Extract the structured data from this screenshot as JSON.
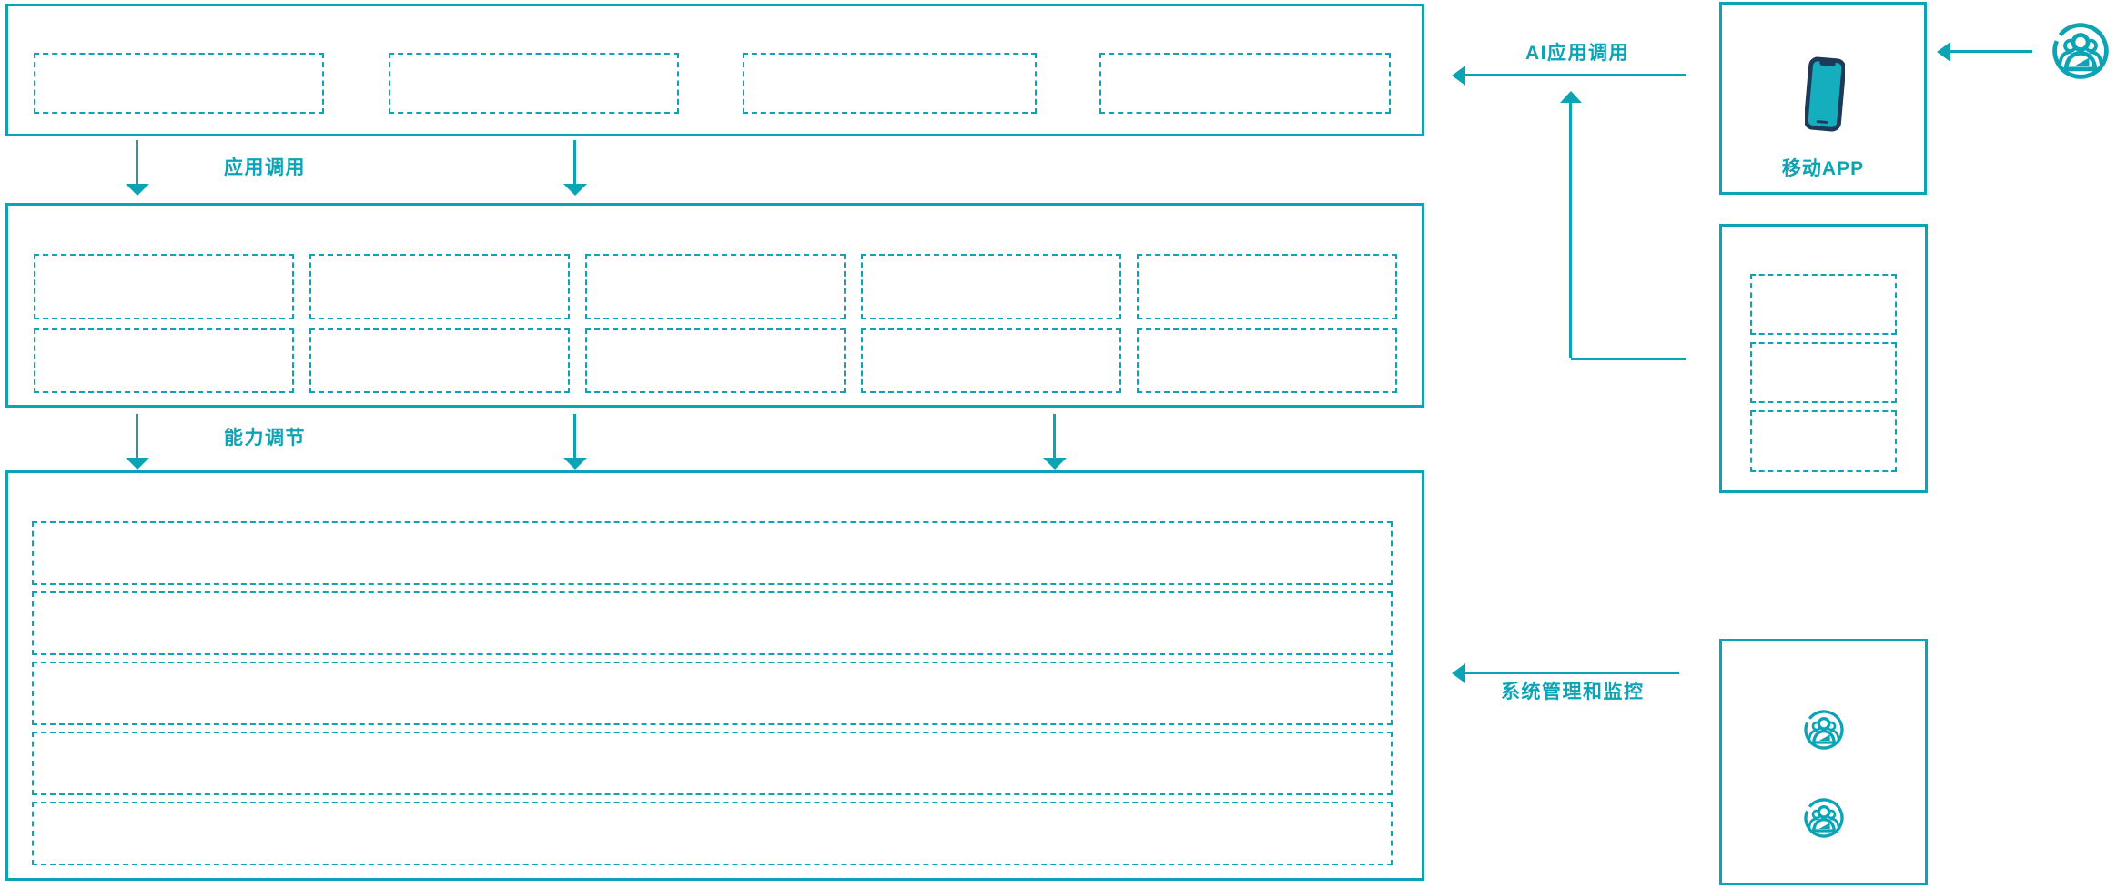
{
  "diagram": {
    "labels": {
      "app_call": "应用调用",
      "capability_adjust": "能力调节",
      "ai_app_call": "AI应用调用",
      "mobile_app": "移动APP",
      "system_monitor": "系统管理和监控"
    },
    "structure": {
      "top_layer_slots": 4,
      "middle_layer_rows": 2,
      "middle_layer_cols": 5,
      "bottom_layer_rows": 5,
      "right_service_slots": 3,
      "admin_user_icons": 2
    },
    "icons": {
      "phone": "smartphone-icon",
      "users": "user-group-circle-icon"
    },
    "colors": {
      "accent_teal": "#0ca4b4",
      "phone_body": "#1e3a56",
      "phone_screen": "#14aebe"
    }
  }
}
